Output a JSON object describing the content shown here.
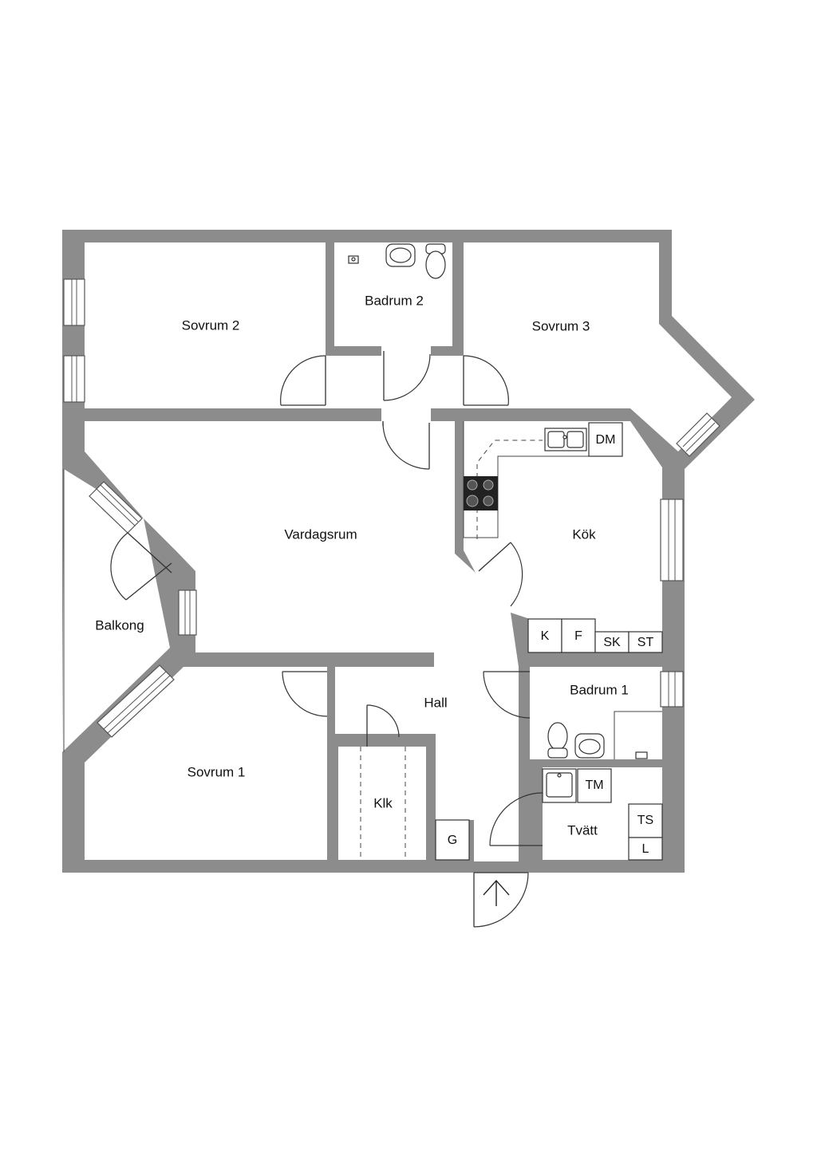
{
  "rooms": {
    "sovrum2": "Sovrum 2",
    "badrum2": "Badrum 2",
    "sovrum3": "Sovrum 3",
    "vardagsrum": "Vardagsrum",
    "kok": "Kök",
    "balkong": "Balkong",
    "hall": "Hall",
    "badrum1": "Badrum 1",
    "sovrum1": "Sovrum 1",
    "klk": "Klk",
    "tvatt": "Tvätt"
  },
  "fixtures": {
    "dm": "DM",
    "k": "K",
    "f": "F",
    "sk": "SK",
    "st": "ST",
    "tm": "TM",
    "ts": "TS",
    "l": "L",
    "g": "G"
  },
  "colors": {
    "wall": "#8c8c8c",
    "floor": "#ffffff",
    "line": "#333333",
    "stove": "#222222"
  }
}
